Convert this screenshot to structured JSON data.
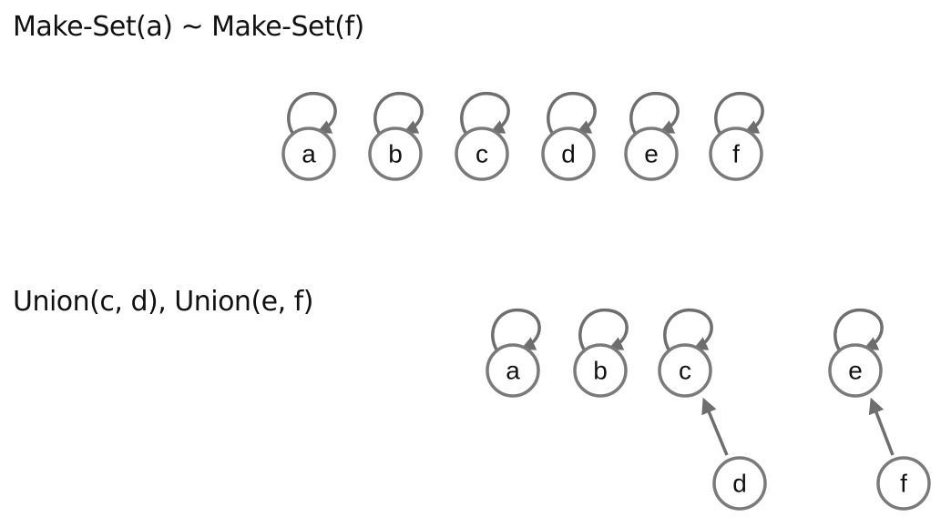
{
  "section1": {
    "title": "Make-Set(a) ~ Make-Set(f)",
    "nodes": [
      {
        "label": "a"
      },
      {
        "label": "b"
      },
      {
        "label": "c"
      },
      {
        "label": "d"
      },
      {
        "label": "e"
      },
      {
        "label": "f"
      }
    ]
  },
  "section2": {
    "title": "Union(c, d), Union(e, f)",
    "nodes": [
      {
        "label": "a"
      },
      {
        "label": "b"
      },
      {
        "label": "c"
      },
      {
        "label": "e"
      },
      {
        "label": "d"
      },
      {
        "label": "f"
      }
    ],
    "edges": [
      {
        "from": "d",
        "to": "c"
      },
      {
        "from": "f",
        "to": "e"
      }
    ]
  },
  "colors": {
    "stroke": "#7a7a7a",
    "text": "#111111"
  }
}
